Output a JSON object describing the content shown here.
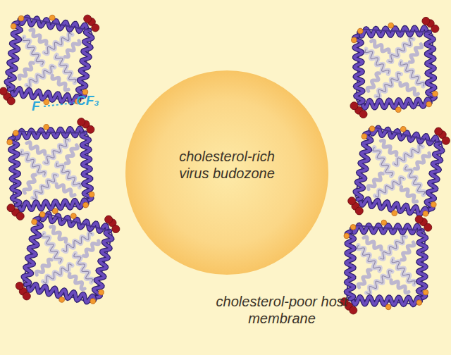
{
  "diagram": {
    "nodes": [
      {
        "text": [
          "cholesterol-rich virus budozone"
        ]
      }
    ],
    "labels": [
      "F",
      "CF₃",
      "cholesterol-poor host membrane"
    ]
  }
}
